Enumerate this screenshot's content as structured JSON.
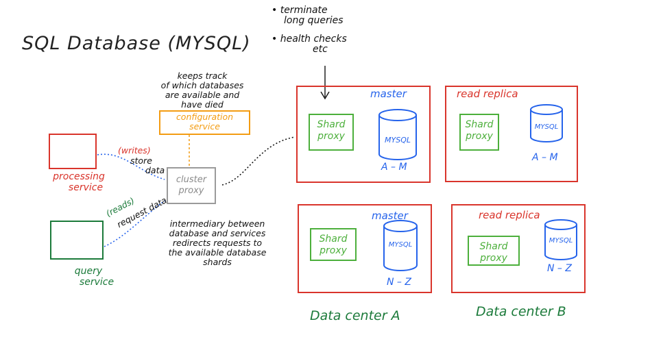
{
  "diagram": {
    "title": "SQL Database (MYSQL)",
    "top_notes": [
      "• terminate",
      "long queries",
      "• health checks",
      "etc"
    ],
    "config_service": {
      "note_lines": [
        "keeps track",
        "of which databases",
        "are available and",
        "have died"
      ],
      "label_lines": [
        "configuration",
        "service"
      ]
    },
    "cluster_proxy": {
      "label_lines": [
        "cluster",
        "proxy"
      ],
      "note_lines": [
        "intermediary between",
        "database and services",
        "redirects requests to",
        "the available database",
        "shards"
      ]
    },
    "processing_service": {
      "label_lines": [
        "processing",
        "service"
      ],
      "edge_tag": "(writes)",
      "edge_text_lines": [
        "store",
        "data"
      ]
    },
    "query_service": {
      "label_lines": [
        "query",
        "service"
      ],
      "edge_tag": "(reads)",
      "edge_text": "request data"
    },
    "shard_proxy_lines": [
      "Shard",
      "proxy"
    ],
    "db_label": "MYSQL",
    "data_centers": [
      {
        "label": "Data center A",
        "top": {
          "role": "master",
          "range": "A – M"
        },
        "bottom": {
          "role": "master",
          "range": "N – Z"
        }
      },
      {
        "label": "Data center B",
        "top": {
          "role": "read replica",
          "range": "A – M"
        },
        "bottom": {
          "role": "read replica",
          "range": "N – Z"
        }
      }
    ],
    "colors": {
      "red": "#d9342b",
      "green": "#4caf3b",
      "dark_green": "#1b7a3a",
      "blue": "#2563eb",
      "orange": "#f39c12",
      "gray": "#9a9a9a",
      "black": "#111111"
    }
  }
}
